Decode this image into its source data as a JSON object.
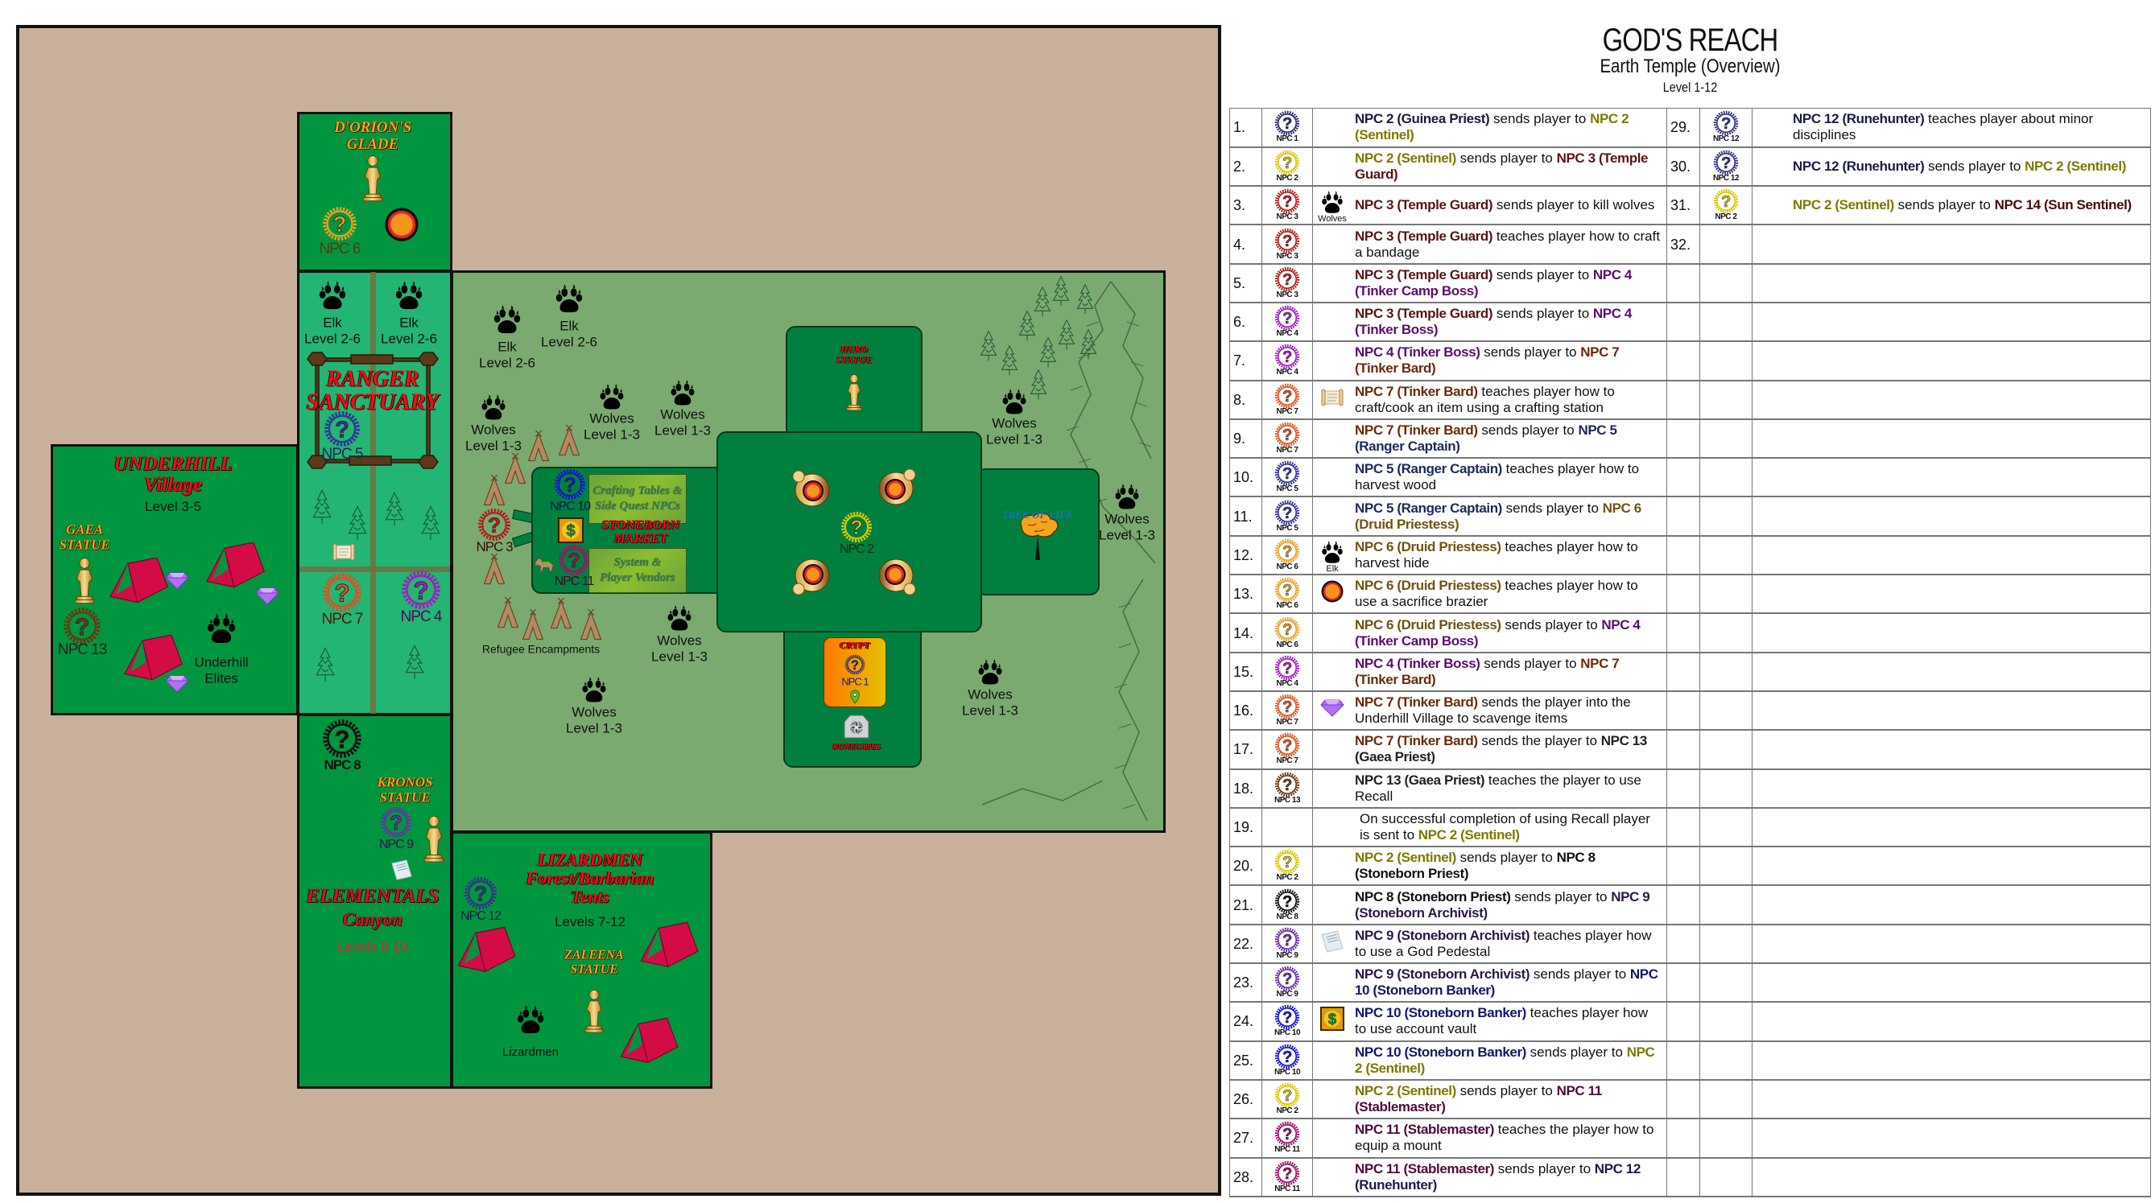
{
  "header": {
    "title": "GOD'S REACH",
    "subtitle": "Earth Temple (Overview)",
    "level": "Level 1-12"
  },
  "colors": {
    "map_background": "#c8b09a",
    "zone_dark_green": "#00963f",
    "zone_light_green": "#22b573",
    "field_green": "#7aaa6f",
    "building_green": "#00803f",
    "title_red": "#e8101a",
    "statue_gold": "#f2a41c"
  },
  "npc_colors": {
    "1": "#2b2b7a",
    "2": "#d8c800",
    "3": "#b02020",
    "4": "#a020c0",
    "5": "#34349a",
    "6": "#e8a020",
    "7": "#e05020",
    "8": "#111111",
    "9": "#6a30a8",
    "10": "#1414d8",
    "11": "#a01068",
    "12": "#34348a",
    "13": "#6a3a10"
  },
  "map": {
    "dorion": {
      "title1": "D'ORION'S",
      "title2": "GLADE",
      "npc": "NPC 6"
    },
    "ranger": {
      "title1": "RANGER",
      "title2": "SANCTUARY",
      "npc5": "NPC 5",
      "npc7": "NPC 7",
      "npc4": "NPC 4"
    },
    "underhill": {
      "title1": "UNDERHILL",
      "title2": "Village",
      "level": "Level 3-5",
      "statue1": "GAEA",
      "statue2": "STATUE",
      "npc": "NPC 13",
      "elites1": "Underhill",
      "elites2": "Elites"
    },
    "field": {
      "elk": "Elk",
      "elk_level": "Level 2-6",
      "wolves": "Wolves",
      "wolves_level": "Level 1-3",
      "refugee": "Refugee Encampments",
      "npc3": "NPC 3"
    },
    "market": {
      "npc10": "NPC 10",
      "npc11": "NPC 11",
      "crafting1": "Crafting Tables &",
      "crafting2": "Side Quest NPCs",
      "title1": "STONEBORN",
      "title2": "MARKET",
      "vendors1": "System &",
      "vendors2": "Player Vendors"
    },
    "temple": {
      "hero1": "HERO",
      "hero2": "STATUE",
      "npc2": "NPC 2",
      "tree": "TREE OF LIFE",
      "crypt": "CRYPT",
      "npc1": "NPC 1",
      "runegates": "RUNEGATES"
    },
    "elementals": {
      "npc8": "NPC 8",
      "statue1": "KRONOS",
      "statue2": "STATUE",
      "npc9": "NPC 9",
      "title1": "ELEMENTALS",
      "title2": "Canyon",
      "level": "Levels 6-10"
    },
    "lizardmen": {
      "title1": "LIZARDMEN",
      "title2": "Forest/Barbarian",
      "title3": "Tents",
      "level": "Levels 7-12",
      "npc12": "NPC 12",
      "statue1": "ZALEENA",
      "statue2": "STATUE",
      "mob": "Lizardmen"
    }
  },
  "quest_log": {
    "rows": [
      {
        "num": "1.",
        "npc": "1",
        "npc_label": "NPC 1",
        "icon": "map-pin",
        "segments": [
          {
            "t": "NPC 2 (Guinea Priest)",
            "color": "#1c1c3c",
            "b": true
          },
          {
            "t": " sends player to "
          },
          {
            "t": "NPC 2 (Sentinel)",
            "color": "#7d7a00",
            "b": true
          }
        ]
      },
      {
        "num": "2.",
        "npc": "2",
        "npc_label": "NPC 2",
        "segments": [
          {
            "t": "NPC 2 (Sentinel)",
            "color": "#7d7a00",
            "b": true
          },
          {
            "t": " sends player to "
          },
          {
            "t": "NPC 3 (Temple Guard)",
            "color": "#5c1414",
            "b": true
          }
        ]
      },
      {
        "num": "3.",
        "npc": "3",
        "npc_label": "NPC 3",
        "icon": "paw",
        "icon_label": "Wolves",
        "segments": [
          {
            "t": "NPC 3 (Temple Guard)",
            "color": "#5c1414",
            "b": true
          },
          {
            "t": " sends player to kill wolves"
          }
        ]
      },
      {
        "num": "4.",
        "npc": "3",
        "npc_label": "NPC 3",
        "segments": [
          {
            "t": "NPC 3 (Temple Guard)",
            "color": "#5c1414",
            "b": true
          },
          {
            "t": " teaches player how to craft a bandage"
          }
        ]
      },
      {
        "num": "5.",
        "npc": "3",
        "npc_label": "NPC 3",
        "segments": [
          {
            "t": "NPC 3 (Temple Guard)",
            "color": "#5c1414",
            "b": true
          },
          {
            "t": " sends player to "
          },
          {
            "t": "NPC 4 (Tinker Camp Boss)",
            "color": "#5a0f6e",
            "b": true
          }
        ]
      },
      {
        "num": "6.",
        "npc": "4",
        "npc_label": "NPC 4",
        "segments": [
          {
            "t": "NPC 3 (Temple Guard)",
            "color": "#5c1414",
            "b": true
          },
          {
            "t": " sends player to "
          },
          {
            "t": "NPC 4 (Tinker Boss)",
            "color": "#5a0f6e",
            "b": true
          }
        ]
      },
      {
        "num": "7.",
        "npc": "4",
        "npc_label": "NPC 4",
        "segments": [
          {
            "t": "NPC 4 (Tinker Boss)",
            "color": "#5a0f6e",
            "b": true
          },
          {
            "t": " sends player to "
          },
          {
            "t": "NPC 7 (Tinker Bard)",
            "color": "#6b2a0c",
            "b": true
          }
        ]
      },
      {
        "num": "8.",
        "npc": "7",
        "npc_label": "NPC 7",
        "icon": "scroll",
        "segments": [
          {
            "t": "NPC 7 (Tinker Bard)",
            "color": "#6b2a0c",
            "b": true
          },
          {
            "t": " teaches player how to craft/cook an item using a crafting station"
          }
        ]
      },
      {
        "num": "9.",
        "npc": "7",
        "npc_label": "NPC 7",
        "segments": [
          {
            "t": "NPC 7 (Tinker Bard)",
            "color": "#6b2a0c",
            "b": true
          },
          {
            "t": " sends player to "
          },
          {
            "t": "NPC 5 (Ranger Captain)",
            "color": "#1c2a5e",
            "b": true
          }
        ]
      },
      {
        "num": "10.",
        "npc": "5",
        "npc_label": "NPC 5",
        "segments": [
          {
            "t": "NPC 5 (Ranger Captain)",
            "color": "#1c2a5e",
            "b": true
          },
          {
            "t": " teaches player how to harvest wood"
          }
        ]
      },
      {
        "num": "11.",
        "npc": "5",
        "npc_label": "NPC 5",
        "segments": [
          {
            "t": "NPC 5 (Ranger Captain)",
            "color": "#1c2a5e",
            "b": true
          },
          {
            "t": " sends player to "
          },
          {
            "t": "NPC 6 (Druid Priestess)",
            "color": "#6e5412",
            "b": true
          }
        ]
      },
      {
        "num": "12.",
        "npc": "6",
        "npc_label": "NPC 6",
        "icon": "paw",
        "icon_label": "Elk",
        "segments": [
          {
            "t": "NPC 6 (Druid Priestess)",
            "color": "#6e5412",
            "b": true
          },
          {
            "t": " teaches player how to harvest hide"
          }
        ]
      },
      {
        "num": "13.",
        "npc": "6",
        "npc_label": "NPC 6",
        "icon": "brazier",
        "segments": [
          {
            "t": "NPC 6 (Druid Priestess)",
            "color": "#6e5412",
            "b": true
          },
          {
            "t": " teaches player how to use a sacrifice brazier"
          }
        ]
      },
      {
        "num": "14.",
        "npc": "6",
        "npc_label": "NPC 6",
        "segments": [
          {
            "t": "NPC 6 (Druid Priestess)",
            "color": "#6e5412",
            "b": true
          },
          {
            "t": " sends player to "
          },
          {
            "t": "NPC 4 (Tinker Camp Boss)",
            "color": "#5a0f6e",
            "b": true
          }
        ]
      },
      {
        "num": "15.",
        "npc": "4",
        "npc_label": "NPC 4",
        "segments": [
          {
            "t": "NPC 4 (Tinker Boss)",
            "color": "#5a0f6e",
            "b": true
          },
          {
            "t": " sends player to "
          },
          {
            "t": "NPC 7 (Tinker Bard)",
            "color": "#6b2a0c",
            "b": true
          }
        ]
      },
      {
        "num": "16.",
        "npc": "7",
        "npc_label": "NPC 7",
        "icon": "gem",
        "segments": [
          {
            "t": "NPC 7 (Tinker Bard)",
            "color": "#6b2a0c",
            "b": true
          },
          {
            "t": " sends the player into the Underhill Village to scavenge items"
          }
        ]
      },
      {
        "num": "17.",
        "npc": "7",
        "npc_label": "NPC 7",
        "segments": [
          {
            "t": "NPC 7 (Tinker Bard)",
            "color": "#6b2a0c",
            "b": true
          },
          {
            "t": " sends the player to "
          },
          {
            "t": "NPC 13 (Gaea Priest)",
            "color": "#222222",
            "b": true
          }
        ]
      },
      {
        "num": "18.",
        "npc": "13",
        "npc_label": "NPC 13",
        "segments": [
          {
            "t": "NPC 13 (Gaea Priest)",
            "color": "#222222",
            "b": true
          },
          {
            "t": " teaches the player to use Recall"
          }
        ]
      },
      {
        "num": "19.",
        "segments": [
          {
            "t": "On successful completion of using Recall player is sent to "
          },
          {
            "t": "NPC 2 (Sentinel)",
            "color": "#7d7a00",
            "b": true
          }
        ]
      },
      {
        "num": "20.",
        "npc": "2",
        "npc_label": "NPC 2",
        "segments": [
          {
            "t": "NPC 2 (Sentinel)",
            "color": "#7d7a00",
            "b": true
          },
          {
            "t": " sends player to "
          },
          {
            "t": "NPC 8 (Stoneborn Priest)",
            "color": "#111111",
            "b": true
          }
        ]
      },
      {
        "num": "21.",
        "npc": "8",
        "npc_label": "NPC 8",
        "segments": [
          {
            "t": "NPC 8 (Stoneborn Priest)",
            "color": "#111111",
            "b": true
          },
          {
            "t": " sends player to "
          },
          {
            "t": "NPC 9 (Stoneborn Archivist)",
            "color": "#2a1848",
            "b": true
          }
        ]
      },
      {
        "num": "22.",
        "npc": "9",
        "npc_label": "NPC 9",
        "icon": "paper",
        "segments": [
          {
            "t": "NPC 9 (Stoneborn Archivist)",
            "color": "#2a1848",
            "b": true
          },
          {
            "t": " teaches player how to use a God Pedestal"
          }
        ]
      },
      {
        "num": "23.",
        "npc": "9",
        "npc_label": "NPC 9",
        "segments": [
          {
            "t": "NPC 9 (Stoneborn Archivist)",
            "color": "#2a1848",
            "b": true
          },
          {
            "t": " sends player to "
          },
          {
            "t": "NPC 10 (Stoneborn Banker)",
            "color": "#14186e",
            "b": true
          }
        ]
      },
      {
        "num": "24.",
        "npc": "10",
        "npc_label": "NPC 10",
        "icon": "money",
        "segments": [
          {
            "t": "NPC 10 (Stoneborn Banker)",
            "color": "#14186e",
            "b": true
          },
          {
            "t": " teaches player how to use account vault"
          }
        ]
      },
      {
        "num": "25.",
        "npc": "10",
        "npc_label": "NPC 10",
        "segments": [
          {
            "t": "NPC 10 (Stoneborn Banker)",
            "color": "#14186e",
            "b": true
          },
          {
            "t": " sends player to "
          },
          {
            "t": "NPC 2 (Sentinel)",
            "color": "#7d7a00",
            "b": true
          }
        ]
      },
      {
        "num": "26.",
        "npc": "2",
        "npc_label": "NPC 2",
        "segments": [
          {
            "t": "NPC 2 (Sentinel)",
            "color": "#7d7a00",
            "b": true
          },
          {
            "t": " sends player to "
          },
          {
            "t": "NPC 11 (Stablemaster)",
            "color": "#4e0c3c",
            "b": true
          }
        ]
      },
      {
        "num": "27.",
        "npc": "11",
        "npc_label": "NPC 11",
        "segments": [
          {
            "t": "NPC 11 (Stablemaster)",
            "color": "#4e0c3c",
            "b": true
          },
          {
            "t": " teaches the player how to equip a mount"
          }
        ]
      },
      {
        "num": "28.",
        "npc": "11",
        "npc_label": "NPC 11",
        "segments": [
          {
            "t": "NPC 11 (Stablemaster)",
            "color": "#4e0c3c",
            "b": true
          },
          {
            "t": " sends player to "
          },
          {
            "t": "NPC 12 (Runehunter)",
            "color": "#1c1c48",
            "b": true
          }
        ]
      },
      {
        "num": "29.",
        "npc": "12",
        "npc_label": "NPC 12",
        "segments": [
          {
            "t": "NPC 12 (Runehunter)",
            "color": "#1c1c48",
            "b": true
          },
          {
            "t": " teaches player about minor disciplines"
          }
        ]
      },
      {
        "num": "30.",
        "npc": "12",
        "npc_label": "NPC 12",
        "segments": [
          {
            "t": "NPC 12 (Runehunter)",
            "color": "#1c1c48",
            "b": true
          },
          {
            "t": " sends player to "
          },
          {
            "t": "NPC 2 (Sentinel)",
            "color": "#7d7a00",
            "b": true
          }
        ]
      },
      {
        "num": "31.",
        "npc": "2",
        "npc_label": "NPC 2",
        "segments": [
          {
            "t": "NPC 2 (Sentinel)",
            "color": "#7d7a00",
            "b": true
          },
          {
            "t": " sends player to "
          },
          {
            "t": "NPC 14 (Sun Sentinel)",
            "color": "#4a0a0a",
            "b": true
          }
        ]
      },
      {
        "num": "32.",
        "segments": []
      }
    ]
  }
}
